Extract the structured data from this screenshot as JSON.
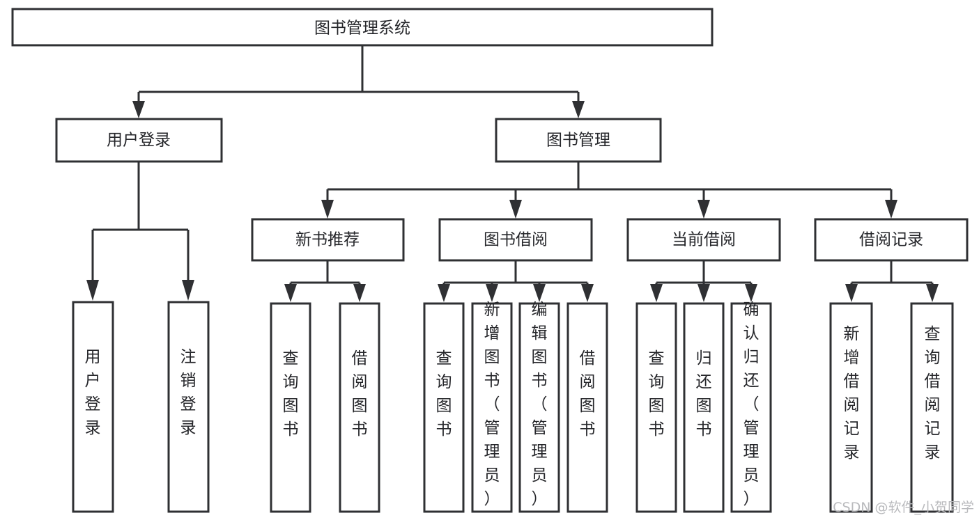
{
  "diagram": {
    "title": "图书管理系统",
    "type": "tree-structure-chart",
    "background_color": "#ffffff",
    "line_color": "#2f3033",
    "text_color": "#25262a",
    "root": {
      "id": "root",
      "label": "图书管理系统"
    },
    "level2": [
      {
        "id": "user-login",
        "label": "用户登录"
      },
      {
        "id": "book-management",
        "label": "图书管理"
      }
    ],
    "level3": [
      {
        "id": "new-book-recommend",
        "label": "新书推荐",
        "parent": "book-management"
      },
      {
        "id": "book-borrow",
        "label": "图书借阅",
        "parent": "book-management"
      },
      {
        "id": "current-borrow",
        "label": "当前借阅",
        "parent": "book-management"
      },
      {
        "id": "borrow-record",
        "label": "借阅记录",
        "parent": "book-management"
      }
    ],
    "leaves": {
      "user-login": [
        {
          "id": "leaf-user-login",
          "label": "用户登录"
        },
        {
          "id": "leaf-user-logout",
          "label": "注销登录"
        }
      ],
      "new-book-recommend": [
        {
          "id": "leaf-query-book-1",
          "label": "查询图书"
        },
        {
          "id": "leaf-borrow-book-1",
          "label": "借阅图书"
        }
      ],
      "book-borrow": [
        {
          "id": "leaf-query-book-2",
          "label": "查询图书"
        },
        {
          "id": "leaf-add-book",
          "label": "新增图书（管理员）"
        },
        {
          "id": "leaf-edit-book",
          "label": "编辑图书（管理员）"
        },
        {
          "id": "leaf-borrow-book-2",
          "label": "借阅图书"
        }
      ],
      "current-borrow": [
        {
          "id": "leaf-query-book-3",
          "label": "查询图书"
        },
        {
          "id": "leaf-return-book",
          "label": "归还图书"
        },
        {
          "id": "leaf-confirm-return",
          "label": "确认归还（管理员）"
        }
      ],
      "borrow-record": [
        {
          "id": "leaf-add-record",
          "label": "新增借阅记录"
        },
        {
          "id": "leaf-query-record",
          "label": "查询借阅记录"
        }
      ]
    }
  },
  "watermark": {
    "text": "CSDN @软件_小贺同学"
  }
}
